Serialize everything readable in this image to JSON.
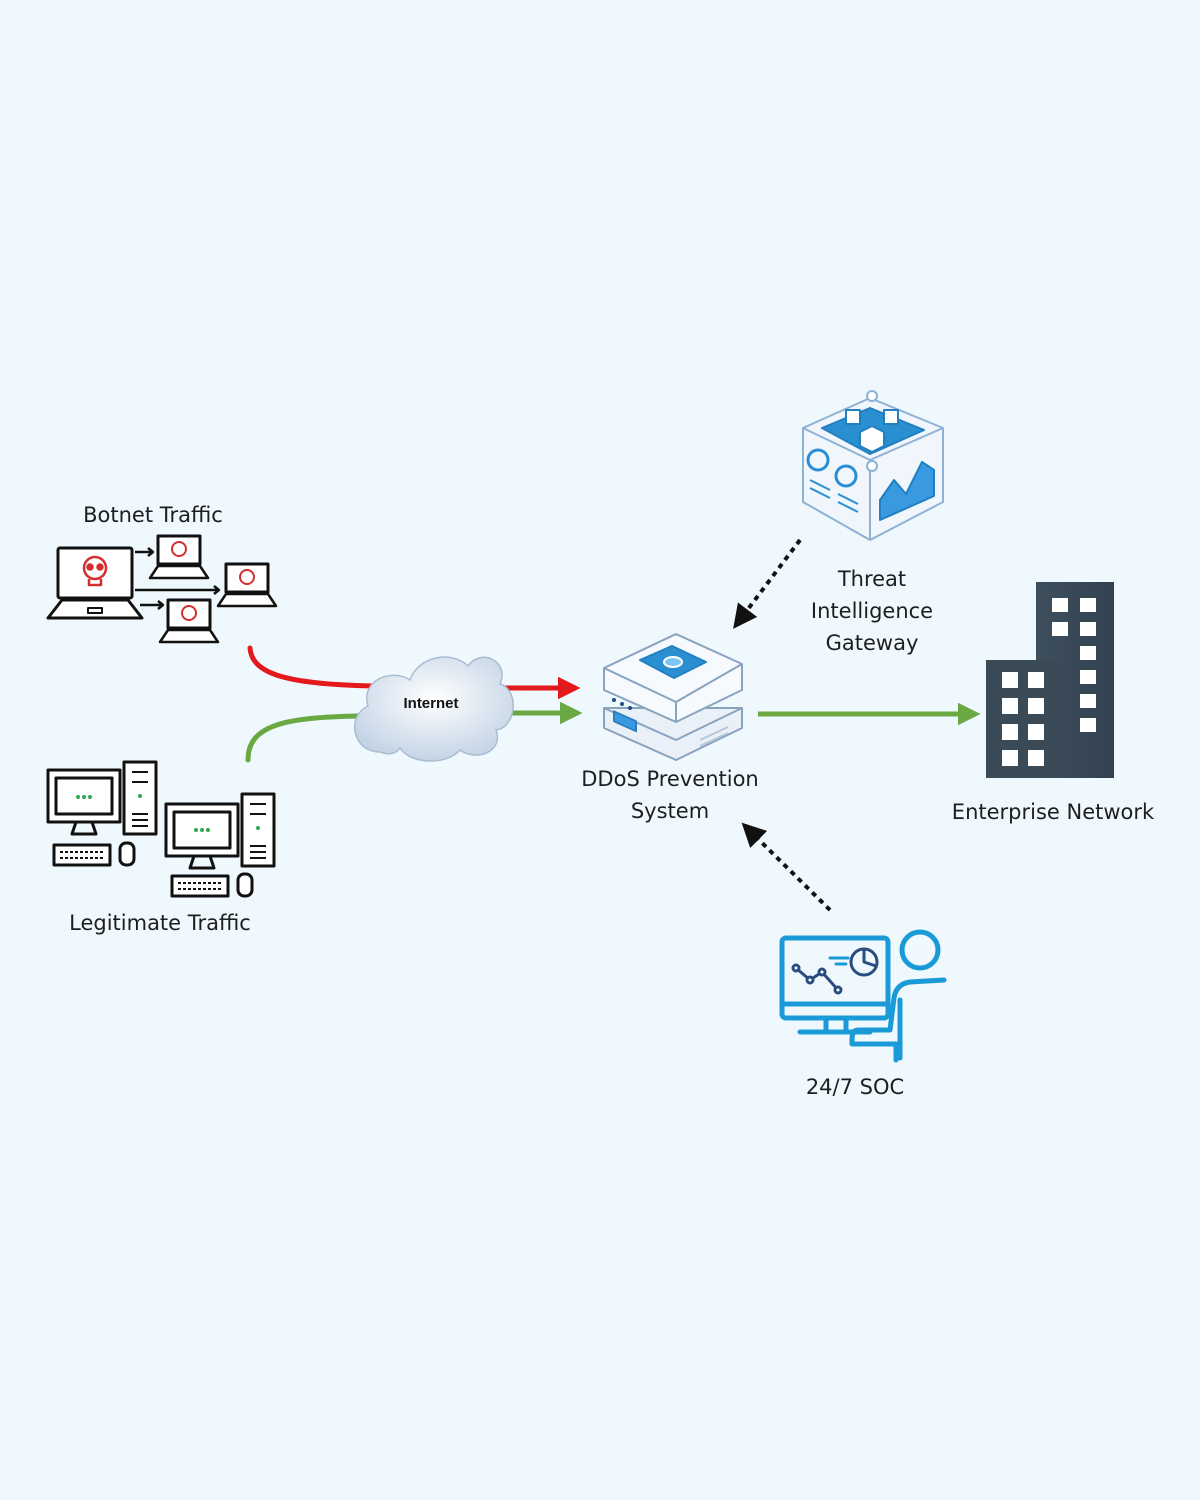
{
  "labels": {
    "botnet": "Botnet Traffic",
    "legitimate": "Legitimate Traffic",
    "internet": "Internet",
    "ddos": [
      "DDoS Prevention",
      "System"
    ],
    "threat": [
      "Threat",
      "Intelligence",
      "Gateway"
    ],
    "enterprise": "Enterprise Network",
    "soc": "24/7 SOC"
  },
  "icons": {
    "botnet": "botnet-laptops-icon",
    "legitimate": "desktop-computers-icon",
    "internet": "cloud-icon",
    "ddos": "server-appliance-icon",
    "threat": "threat-intelligence-cube-icon",
    "enterprise": "office-buildings-icon",
    "soc": "soc-analyst-monitor-icon"
  },
  "colors": {
    "malicious": "#e3191b",
    "legitimate": "#6aa941",
    "control": "#111111",
    "building": "#3a4a57",
    "skull": "#d32f2f",
    "soc_blue": "#1a9ad6",
    "appliance_blue": "#2a8fd0",
    "background": "#eff8fc"
  }
}
